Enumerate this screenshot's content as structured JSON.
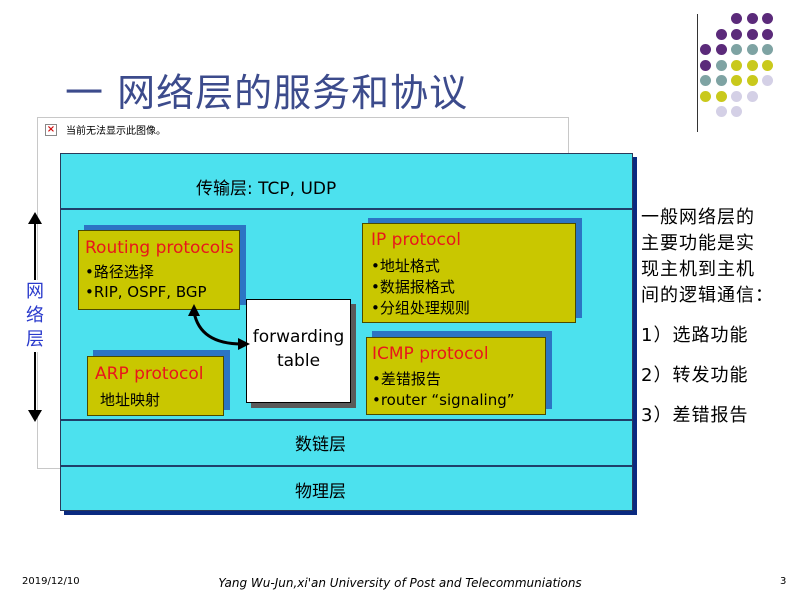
{
  "slide": {
    "title": "一 网络层的服务和协议",
    "broken_image_message": "当前无法显示此图像。",
    "footer_date": "2019/12/10",
    "footer_text": "Yang Wu-Jun,xi'an University of Post and Telecommuniations",
    "page_number": "3"
  },
  "decor": {
    "dot_colors": {
      "purple": "#5b2a7a",
      "teal": "#7ea3a3",
      "yellow": "#c9c91c",
      "lavender": "#d4d0e6"
    },
    "accent_title_color": "#3c4b8c",
    "diagram_fill": "#4ce1ee",
    "box_fill": "#c9c700"
  },
  "diagram": {
    "side_label": "网络层",
    "transport_layer": "传输层: TCP, UDP",
    "datalink_layer": "数链层",
    "physical_layer": "物理层",
    "routing_box": {
      "title": "Routing protocols",
      "lines": [
        "•路径选择",
        "•RIP, OSPF, BGP"
      ]
    },
    "ip_box": {
      "title": "IP protocol",
      "lines": [
        "•地址格式",
        "•数据报格式",
        "•分组处理规则"
      ]
    },
    "icmp_box": {
      "title": "ICMP protocol",
      "lines": [
        "•差错报告",
        "•router “signaling”"
      ]
    },
    "arp_box": {
      "title": "ARP protocol",
      "lines": [
        "地址映射"
      ]
    },
    "forwarding_table": [
      "forwarding",
      "table"
    ]
  },
  "side_text": {
    "intro_lines": [
      "一般网络层的",
      "主要功能是实",
      "现主机到主机",
      "间的逻辑通信："
    ],
    "items": [
      "1）选路功能",
      "2）转发功能",
      "3）差错报告"
    ]
  }
}
